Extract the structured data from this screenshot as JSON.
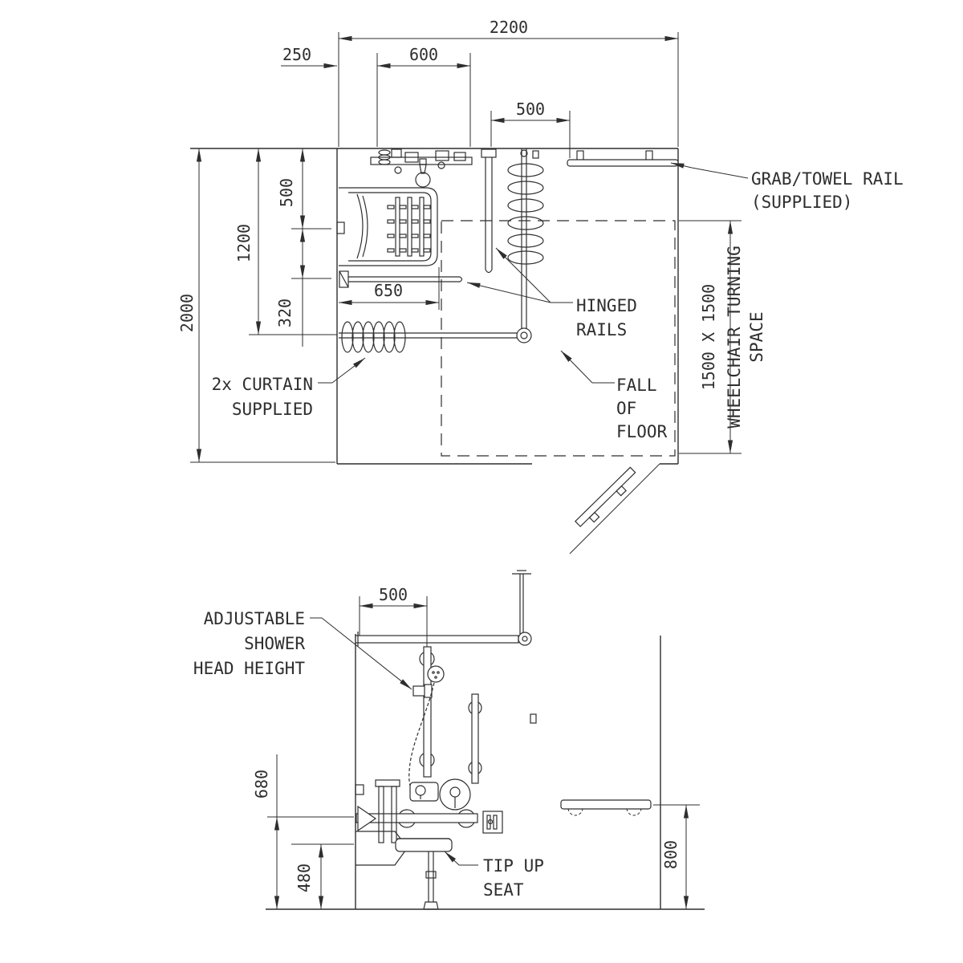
{
  "drawing": {
    "plan": {
      "dims": {
        "width_total": "2200",
        "offset_left": "250",
        "shower_assembly": "600",
        "rail_to_bracket": "500",
        "depth_total": "2000",
        "wall_to_curtain_rail": "1200",
        "wall_to_seat_centre": "500",
        "seat_centre_to_rail": "320",
        "seat_projection": "650"
      },
      "labels": {
        "grab_rail_1": "GRAB/TOWEL RAIL",
        "grab_rail_2": "(SUPPLIED)",
        "hinged_1": "HINGED",
        "hinged_2": "RAILS",
        "fall_1": "FALL",
        "fall_2": "OF",
        "fall_3": "FLOOR",
        "curtain_1": "2x CURTAIN",
        "curtain_2": "SUPPLIED",
        "turning_1": "1500 X 1500",
        "turning_2": "WHEELCHAIR TURNING",
        "turning_3": "SPACE"
      }
    },
    "elevation": {
      "dims": {
        "head_offset": "500",
        "rail_height": "680",
        "seat_height": "480",
        "shelf_height": "800"
      },
      "labels": {
        "adjustable_1": "ADJUSTABLE",
        "adjustable_2": "SHOWER",
        "adjustable_3": "HEAD HEIGHT",
        "tip_up_1": "TIP UP",
        "tip_up_2": "SEAT"
      }
    }
  }
}
